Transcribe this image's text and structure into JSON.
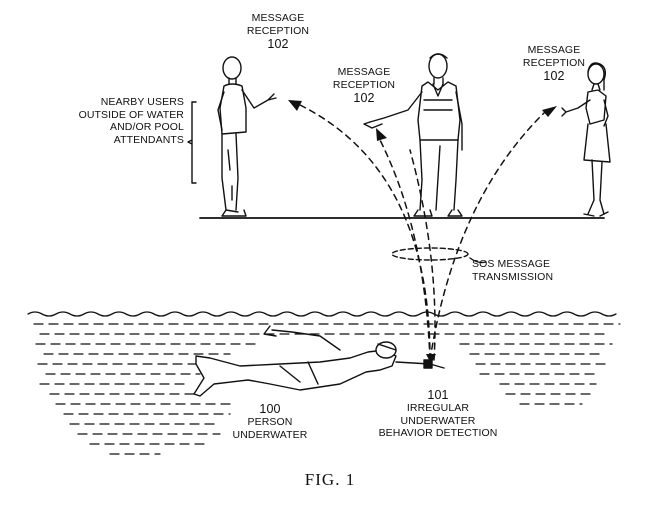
{
  "labels": {
    "nearby": [
      "NEARBY USERS",
      "OUTSIDE OF WATER",
      "AND/OR POOL",
      "ATTENDANTS"
    ],
    "reception_left": [
      "MESSAGE",
      "RECEPTION"
    ],
    "reception_left_num": "102",
    "reception_center": [
      "MESSAGE",
      "RECEPTION"
    ],
    "reception_center_num": "102",
    "reception_right": [
      "MESSAGE",
      "RECEPTION"
    ],
    "reception_right_num": "102",
    "sos": [
      "SOS MESSAGE",
      "TRANSMISSION"
    ],
    "person_num": "100",
    "person": [
      "PERSON",
      "UNDERWATER"
    ],
    "device_num": "101",
    "device": [
      "IRREGULAR",
      "UNDERWATER",
      "BEHAVIOR DETECTION"
    ]
  },
  "figure_caption": "FIG. 1"
}
